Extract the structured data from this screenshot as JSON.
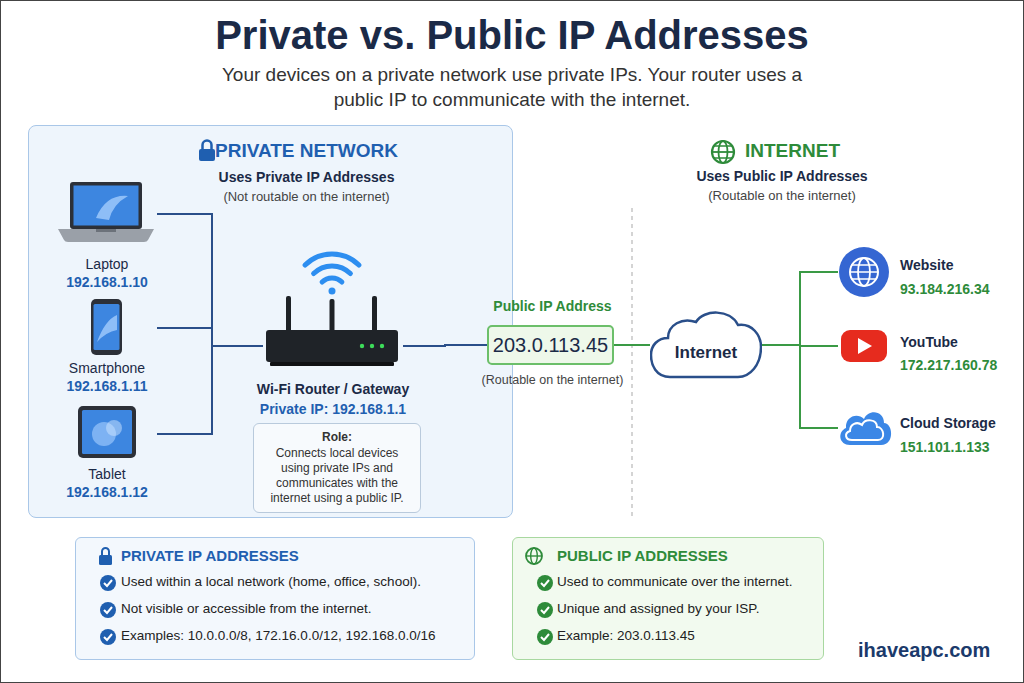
{
  "diagram": {
    "title": "Private vs. Public IP Addresses",
    "caption": "Your devices on a private network use private IPs. Your router uses a public IP to communicate with the internet.",
    "nodes": [
      {
        "text": [
          "PRIVATE NETWORK",
          "Uses Private IP Addresses",
          "(Not routable on the internet)"
        ]
      },
      {
        "text": [
          "Laptop",
          "192.168.1.10"
        ],
        "in": 0
      },
      {
        "text": [
          "Smartphone",
          "192.168.1.11"
        ],
        "in": 0
      },
      {
        "text": [
          "Tablet",
          "192.168.1.12"
        ],
        "in": 0
      },
      {
        "text": [
          "Wi-Fi Router / Gateway",
          "Private IP: 192.168.1.1"
        ],
        "in": 0
      },
      {
        "text": [
          "Role:",
          "Connects local devices using private IPs and communicates with the internet using a public IP."
        ],
        "in": 0
      },
      {
        "text": [
          "Public IP Address",
          "203.0.113.45",
          "(Routable on the internet)"
        ]
      },
      {
        "text": [
          "Internet"
        ]
      },
      {
        "text": [
          "Website",
          "93.184.216.34"
        ]
      },
      {
        "text": [
          "YouTube",
          "172.217.160.78"
        ]
      },
      {
        "text": [
          "Cloud Storage",
          "151.101.1.133"
        ]
      },
      {
        "text": [
          "PRIVATE IP ADDRESSES",
          "Used within a local network (home, office, school).",
          "Not visible or accessible from the internet.",
          "Examples: 10.0.0.0/8, 172.16.0.0/12, 192.168.0.0/16"
        ]
      },
      {
        "text": [
          "PUBLIC IP ADDRESSES",
          "Used to communicate over the internet.",
          "Unique and assigned by your ISP.",
          "Example: 203.0.113.45"
        ]
      }
    ],
    "edges": [
      {
        "from": 1,
        "to": 4,
        "arrow": "none"
      },
      {
        "from": 2,
        "to": 4,
        "arrow": "none"
      },
      {
        "from": 3,
        "to": 4,
        "arrow": "none"
      },
      {
        "from": 4,
        "to": 6,
        "arrow": "none"
      },
      {
        "from": 6,
        "to": 7,
        "arrow": "none"
      },
      {
        "from": 7,
        "to": 8,
        "arrow": "none"
      },
      {
        "from": 7,
        "to": 9,
        "arrow": "none"
      },
      {
        "from": 7,
        "to": 10,
        "arrow": "none"
      }
    ],
    "labels": [
      "INTERNET",
      "Uses Public IP Addresses",
      "(Routable on the internet)",
      "ihaveapc.com"
    ]
  }
}
